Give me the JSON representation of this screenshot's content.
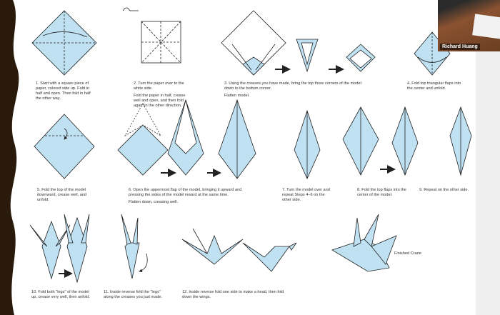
{
  "steps": [
    {
      "text": "1. Start with a square piece of paper, colored side up. Fold in half and open. Then fold in half the other way."
    },
    {
      "text": "2. Turn the paper over to the white side.",
      "extra": "Fold the paper in half, crease well and open, and then fold again in the other direction."
    },
    {
      "text": "3. Using the creases you have made, bring the top three corners of the model down to the bottom corner.",
      "extra": "Flatten model."
    },
    {
      "text": "4. Fold top triangular flaps into the center and unfold."
    },
    {
      "text": "5. Fold the top of the model downward, crease well, and unfold."
    },
    {
      "text": "6. Open the uppermost flap of the model, bringing it upward and pressing the sides of the model inward at the same time.",
      "extra": "Flatten down, creasing well."
    },
    {
      "text": "7. Turn the model over and repeat Steps 4–6 on the other side."
    },
    {
      "text": "8. Fold the top flaps into the center of the model."
    },
    {
      "text": "9. Repeat on the other side."
    },
    {
      "text": "10. Fold both \"legs\" of the model up, crease very well, then unfold."
    },
    {
      "text": "11. Inside reverse fold the \"legs\" along the creases you just made."
    },
    {
      "text": "12. Inside reverse fold one side to make a head, then fold down the wings."
    }
  ],
  "finished_label": "Finished Crane",
  "video": {
    "participant_name": "Richard Huang"
  },
  "colors": {
    "paper": "#bfe1f2",
    "line": "#222222"
  }
}
